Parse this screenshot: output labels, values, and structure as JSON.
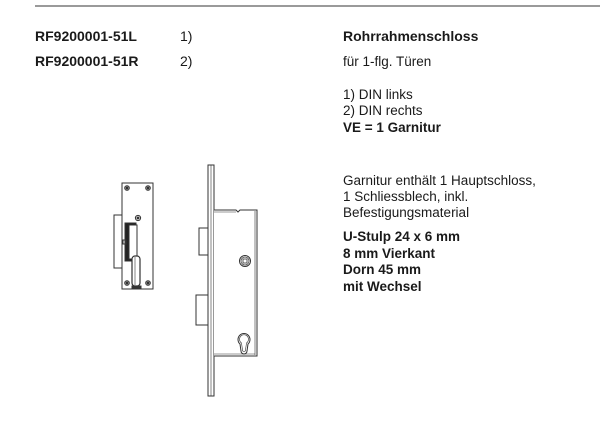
{
  "articles": [
    {
      "number": "RF9200001-51L",
      "note": "1)"
    },
    {
      "number": "RF9200001-51R",
      "note": "2)"
    }
  ],
  "product": {
    "title": "Rohrrahmenschloss",
    "subtitle": "für 1-flg. Türen",
    "footnotes": [
      "1) DIN links",
      "2) DIN rechts"
    ],
    "packaging": "VE = 1 Garnitur",
    "contents": [
      "Garnitur enthält 1 Hauptschloss,",
      "1 Schliessblech, inkl.",
      "Befestigungsmaterial"
    ],
    "specs": [
      "U-Stulp 24 x 6 mm",
      "8 mm Vierkant",
      "Dorn 45 mm",
      "mit Wechsel"
    ]
  },
  "drawings": {
    "strike_plate": "strike-plate-drawing",
    "lock": "mortise-lock-drawing"
  },
  "colors": {
    "rule": "#9a9a9a",
    "text": "#1a1a1a",
    "line": "#333333"
  }
}
